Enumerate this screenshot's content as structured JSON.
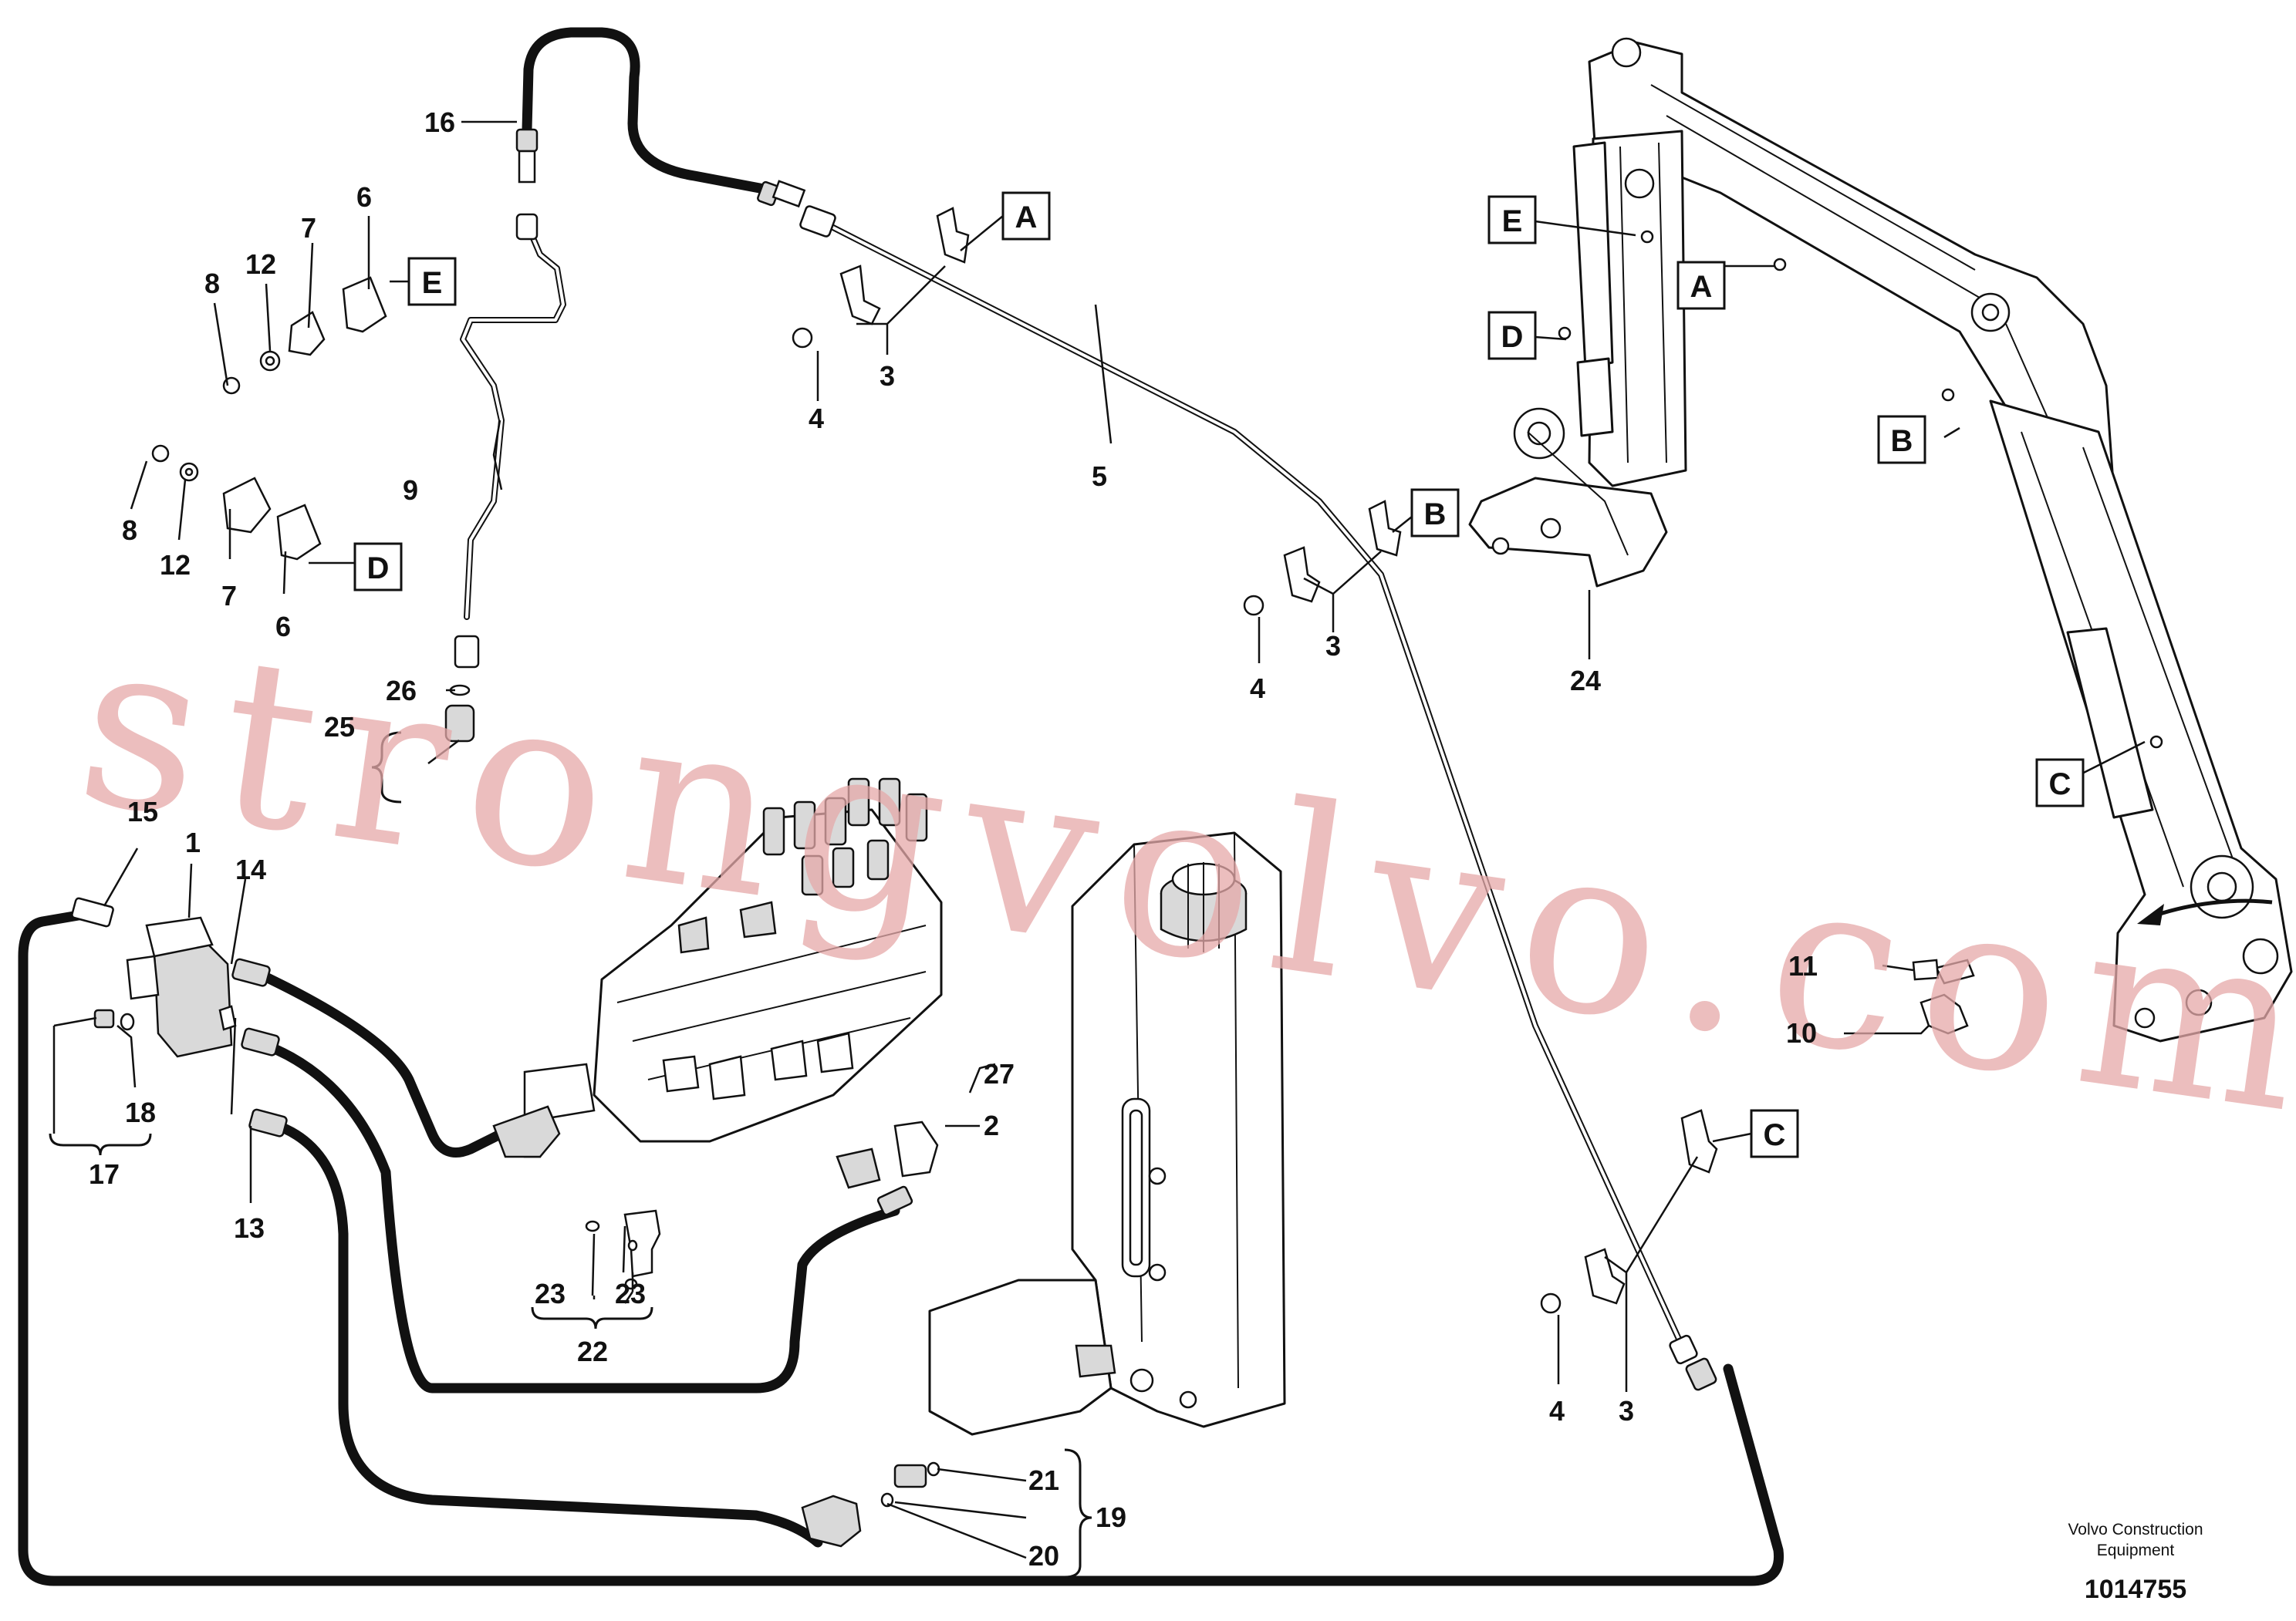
{
  "diagram": {
    "callouts": {
      "c1": "1",
      "c2": "2",
      "c3a": "3",
      "c3b": "3",
      "c3c": "3",
      "c4a": "4",
      "c4b": "4",
      "c4c": "4",
      "c5": "5",
      "c6a": "6",
      "c6b": "6",
      "c7a": "7",
      "c7b": "7",
      "c8a": "8",
      "c8b": "8",
      "c9": "9",
      "c10": "10",
      "c11": "11",
      "c12a": "12",
      "c12b": "12",
      "c13": "13",
      "c14": "14",
      "c15": "15",
      "c16": "16",
      "c17": "17",
      "c18": "18",
      "c19": "19",
      "c20": "20",
      "c21": "21",
      "c22": "22",
      "c23a": "23",
      "c23b": "23",
      "c24": "24",
      "c25": "25",
      "c26": "26",
      "c27": "27"
    },
    "ref_boxes": {
      "a1": "A",
      "a2": "A",
      "b1": "B",
      "b2": "B",
      "c1": "C",
      "c2": "C",
      "d1": "D",
      "d2": "D",
      "e1": "E",
      "e2": "E"
    },
    "footer": {
      "company_line1": "Volvo Construction",
      "company_line2": "Equipment",
      "drawing_number": "1014755"
    },
    "watermark": "strongvolvo.com"
  }
}
